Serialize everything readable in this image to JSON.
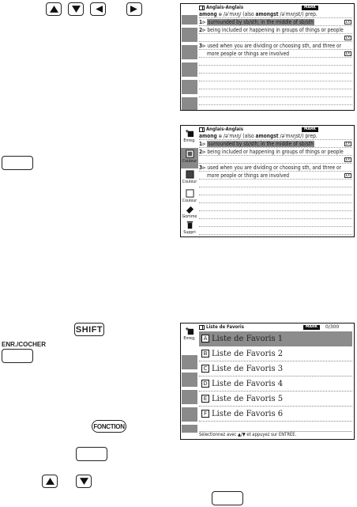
{
  "keys": {
    "arrows_top": [
      "up",
      "down",
      "left",
      "right"
    ],
    "shift_label": "SHIFT",
    "enr_label": "ENR./COCHER",
    "fonction_label": "FONCTION",
    "arrows_bottom": [
      "up",
      "down"
    ]
  },
  "screen1": {
    "header_title": "Anglais-Anglais",
    "badge": "MARK",
    "headword": "among",
    "pron": "/əˈmʌŋ/ (also",
    "alt": "amongst",
    "alt_pron": "/əˈmʌŋst/) prep.",
    "sense1_num": "1",
    "sense1": "surrounded by sb/sth; in the middle of sb/sth",
    "sense2_num": "2",
    "sense2": "being included or happening in groups of things or people",
    "sense3_num": "3",
    "sense3a": "used when you are dividing or choosing sth, and three or",
    "sense3b": "more people or things are involved",
    "ex_label": "EX"
  },
  "screen2": {
    "header_title": "Anglais-Anglais",
    "badge": "MARK",
    "headword": "among",
    "pron": "/əˈmʌŋ/ (also",
    "alt": "amongst",
    "alt_pron": "/əˈmʌŋst/) prep.",
    "sense1_num": "1",
    "sense1": "surrounded by sb/sth; in the middle of sb/sth",
    "sense2_num": "2",
    "sense2": "being included or happening in groups of things or people",
    "sense3_num": "3",
    "sense3a": "used when you are dividing or choosing sth, and three or",
    "sense3b": "more people or things are involved",
    "ex_label": "EX",
    "tools": [
      {
        "icon": "save-icon",
        "label": "Enreg."
      },
      {
        "icon": "color-square-icon",
        "label": "Couleur"
      },
      {
        "icon": "color-square-icon",
        "label": "Couleur"
      },
      {
        "icon": "color-square-icon",
        "label": "Couleur"
      },
      {
        "icon": "eraser-icon",
        "label": "Gomme"
      },
      {
        "icon": "trash-icon",
        "label": "Suppri"
      }
    ]
  },
  "screen3": {
    "header_title": "Liste de Favoris",
    "badge": "MARK",
    "count": "0/300",
    "side_label": "Enreg.",
    "items": [
      {
        "letter": "A",
        "label": "Liste de Favoris 1"
      },
      {
        "letter": "B",
        "label": "Liste de Favoris 2"
      },
      {
        "letter": "C",
        "label": "Liste de Favoris 3"
      },
      {
        "letter": "D",
        "label": "Liste de Favoris 4"
      },
      {
        "letter": "E",
        "label": "Liste de Favoris 5"
      },
      {
        "letter": "F",
        "label": "Liste de Favoris 6"
      }
    ],
    "footer": "Sélectionnez avec ▲/▼ et appuyez sur ENTRÉE."
  }
}
